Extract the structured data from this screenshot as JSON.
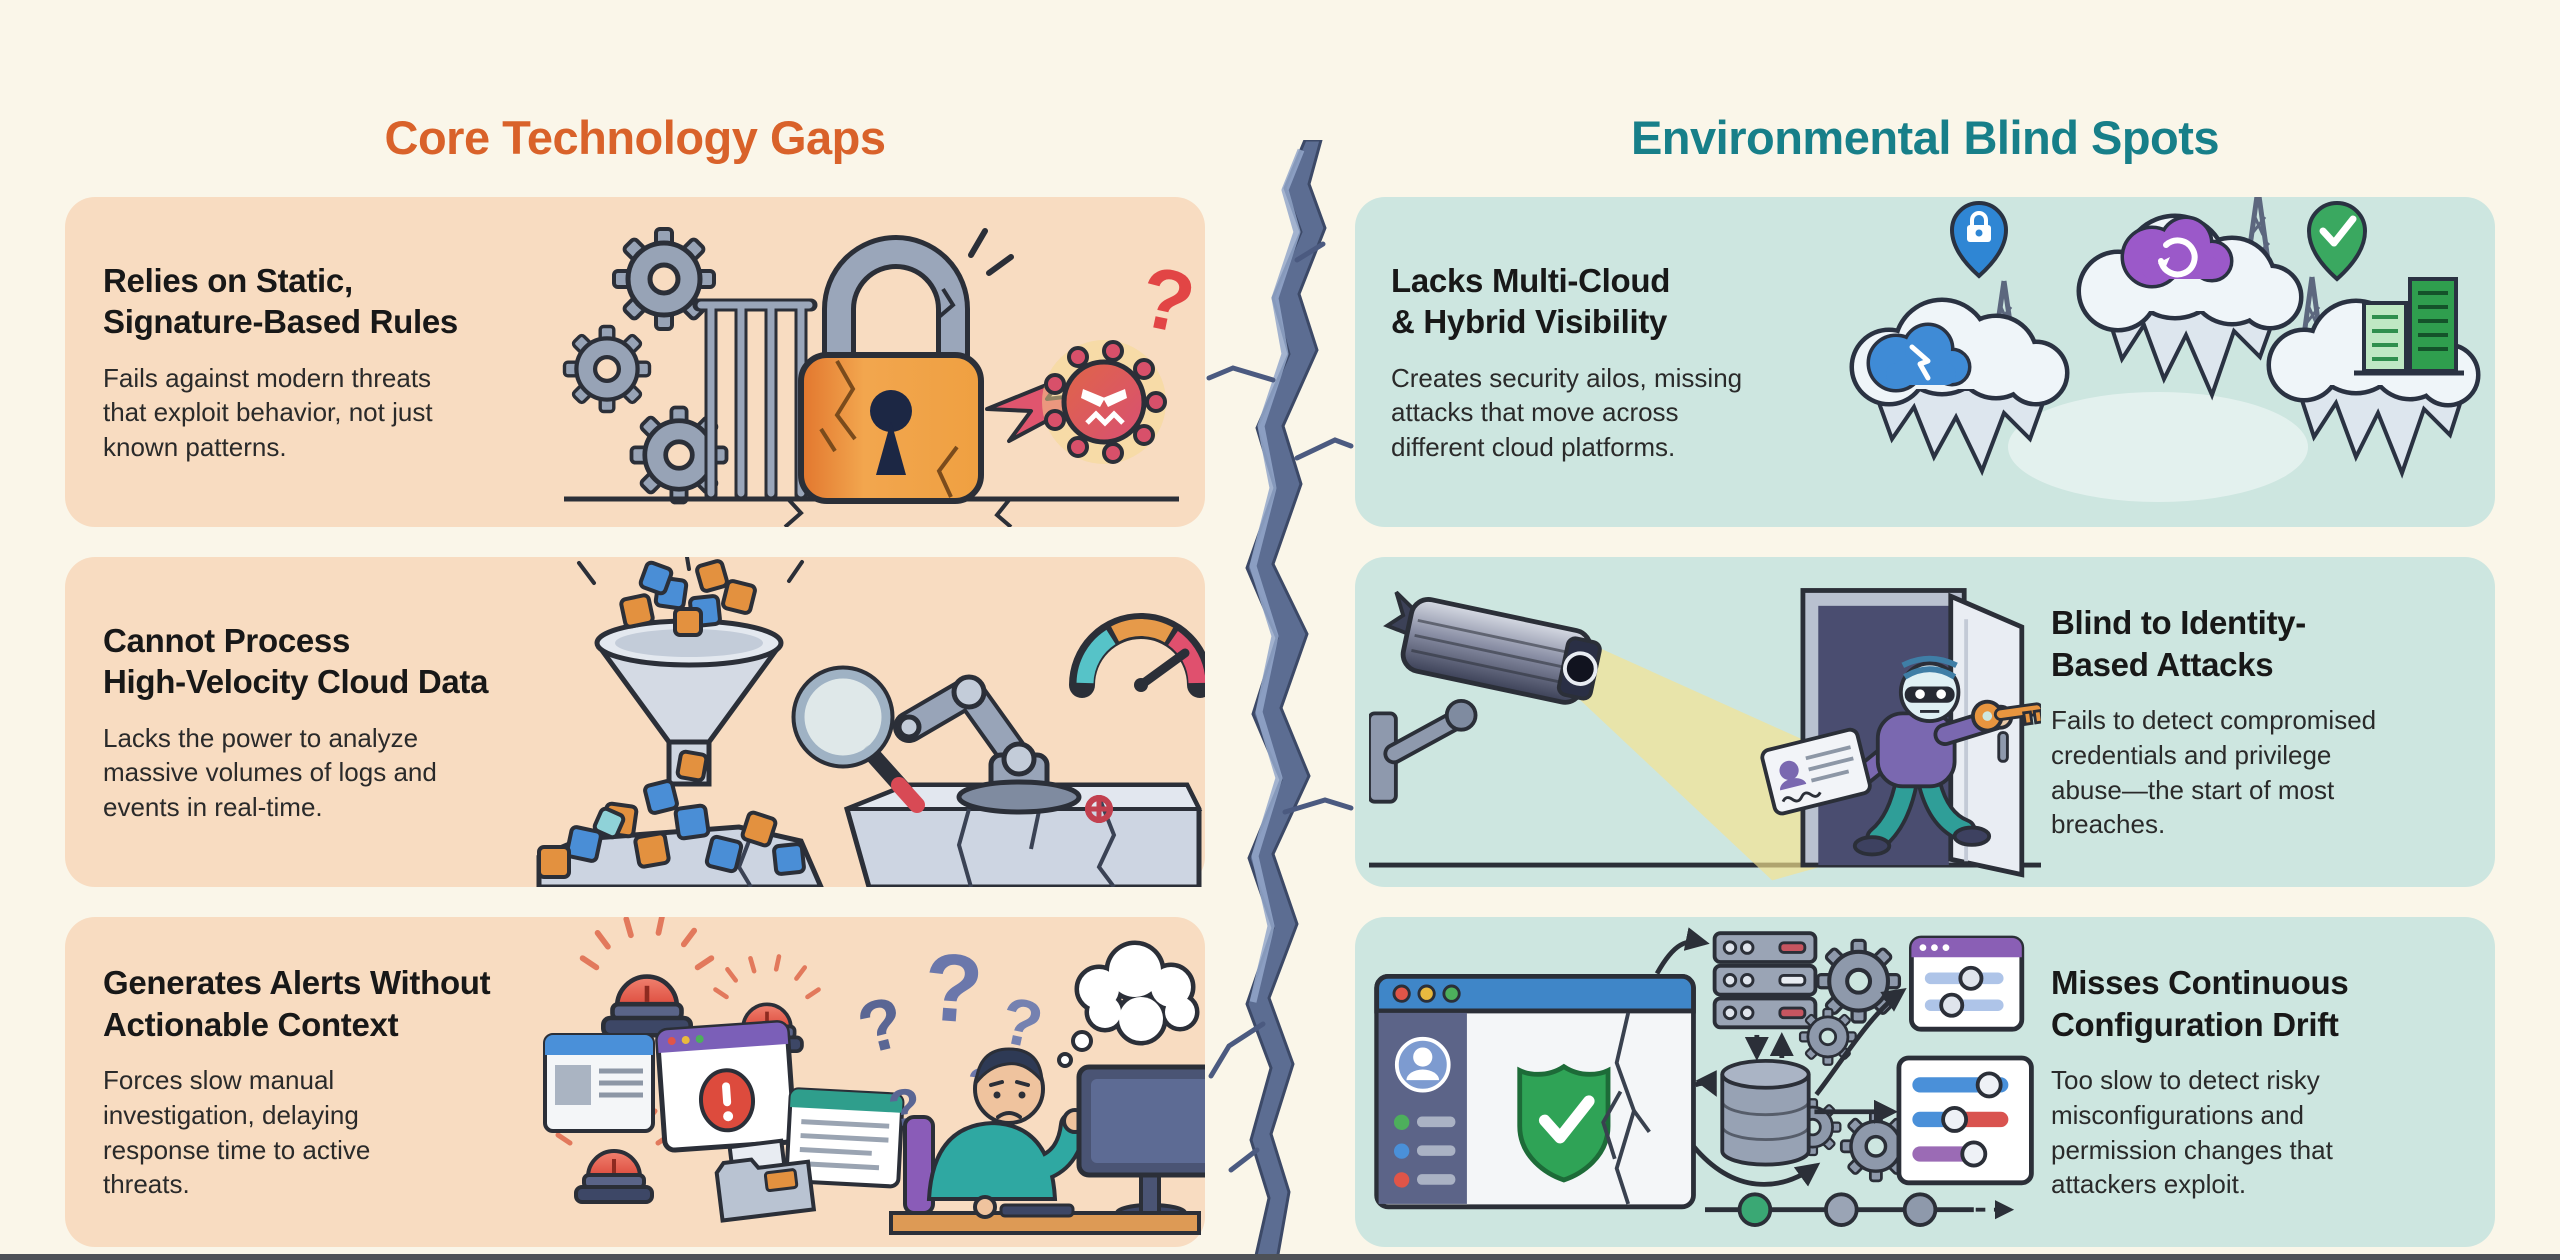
{
  "colors": {
    "page-bg": "#faf6e9",
    "left-accent": "#d9622a",
    "right-accent": "#177f89",
    "left-card-bg": "#f8dcc1",
    "right-card-bg": "#cde6e0",
    "title-ink": "#181818",
    "body-ink": "#2a2a2a",
    "crack-fill": "#5c6d92",
    "crack-highlight": "#93a7ca"
  },
  "left_section": {
    "title": "Core Technology Gaps",
    "cards": [
      {
        "title": "Relies on Static,\nSignature-Based Rules",
        "body": "Fails against modern threats\nthat exploit behavior, not just\nknown patterns.",
        "illustration": "cracked-padlock-gears-virus"
      },
      {
        "title": "Cannot Process\nHigh-Velocity Cloud Data",
        "body": "Lacks the power to analyze\nmassive volumes of logs and\nevents in real-time.",
        "illustration": "overflowing-funnel-robot-gauge"
      },
      {
        "title": "Generates Alerts Without\nActionable Context",
        "body": "Forces slow manual\ninvestigation, delaying\nresponse time to active\nthreats.",
        "illustration": "sirens-alerts-confused-analyst"
      }
    ]
  },
  "right_section": {
    "title": "Environmental Blind Spots",
    "cards": [
      {
        "title": "Lacks Multi-Cloud\n& Hybrid Visibility",
        "body": "Creates security ailos, missing\nattacks that move across\ndifferent cloud platforms.",
        "illustration": "floating-cloud-islands-pins"
      },
      {
        "title": "Blind to Identity-\nBased Attacks",
        "body": "Fails to detect compromised\ncredentials and privilege\nabuse—the start of most\nbreaches.",
        "illustration": "camera-thief-door-key"
      },
      {
        "title": "Misses Continuous\nConfiguration Drift",
        "body": "Too slow to detect risky\nmisconfigurations and\npermission changes that\nattackers exploit.",
        "illustration": "dashboard-shield-config-drift"
      }
    ]
  }
}
